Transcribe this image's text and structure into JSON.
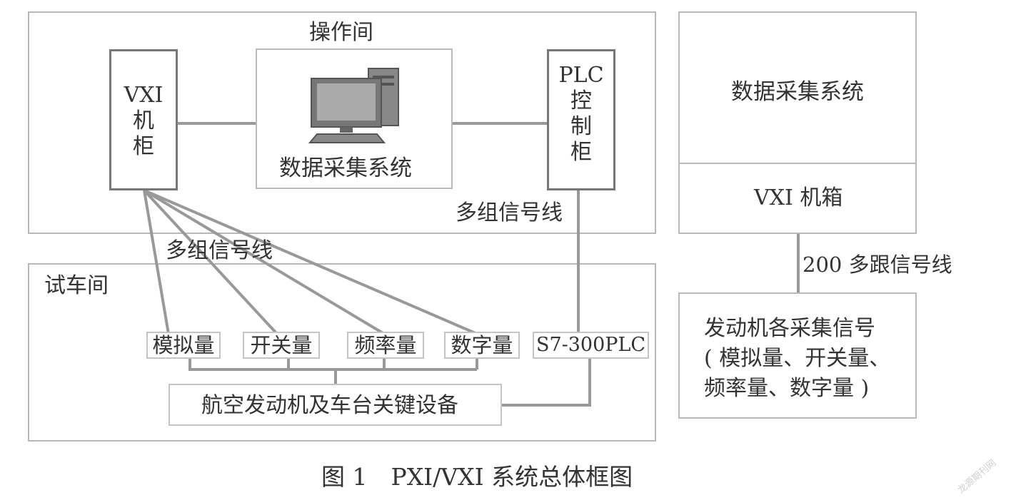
{
  "control_room": {
    "label": "操作间"
  },
  "vxi_cabinet": {
    "line1": "VXI",
    "line2": "机",
    "line3": "柜"
  },
  "center_system": {
    "label": "数据采集系统"
  },
  "plc_cabinet": {
    "line1": "PLC",
    "line2": "控",
    "line3": "制",
    "line4": "柜"
  },
  "plc_line_label": "多组信号线",
  "vxi_lines_label": "多组信号线",
  "test_room": {
    "label": "试车间"
  },
  "signals": {
    "analog": "模拟量",
    "switch": "开关量",
    "frequency": "频率量",
    "digital": "数字量",
    "plc": "S7-300PLC"
  },
  "engine_box": {
    "label": "航空发动机及车台关键设备"
  },
  "right_stack": {
    "top": "数据采集系统",
    "middle": "VXI 机箱",
    "connector_label": "200 多跟信号线",
    "bottom_line1": "发动机各采集信号",
    "bottom_line2": "( 模拟量、开关量、",
    "bottom_line3": "频率量、数字量 )"
  },
  "caption": "图 1　PXI/VXI 系统总体框图",
  "watermark": "龙源期刊网",
  "colors": {
    "line": "#999999",
    "box_border": "#b8b8b8",
    "dark_border": "#777777",
    "text": "#333333"
  }
}
